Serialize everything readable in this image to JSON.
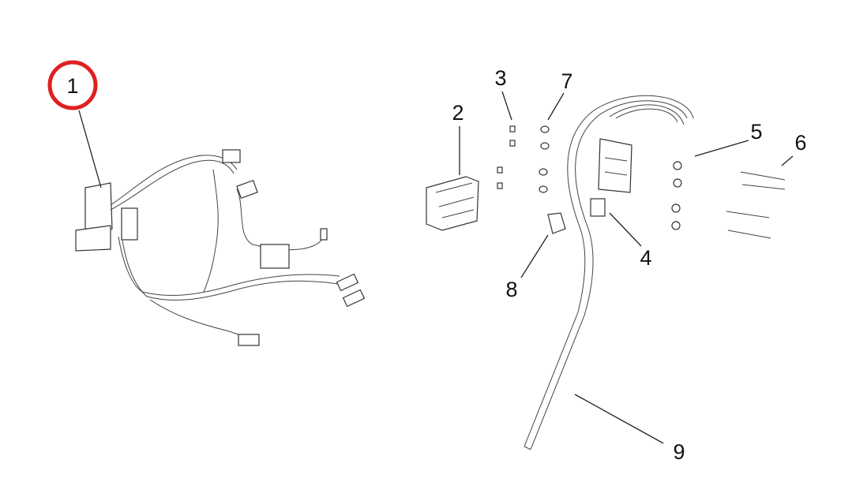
{
  "diagram": {
    "highlight_color": "#e02020",
    "highlighted_callout": "1",
    "callouts": [
      {
        "id": "1",
        "label": "1"
      },
      {
        "id": "2",
        "label": "2"
      },
      {
        "id": "3",
        "label": "3"
      },
      {
        "id": "4",
        "label": "4"
      },
      {
        "id": "5",
        "label": "5"
      },
      {
        "id": "6",
        "label": "6"
      },
      {
        "id": "7",
        "label": "7"
      },
      {
        "id": "8",
        "label": "8"
      },
      {
        "id": "9",
        "label": "9"
      }
    ]
  }
}
